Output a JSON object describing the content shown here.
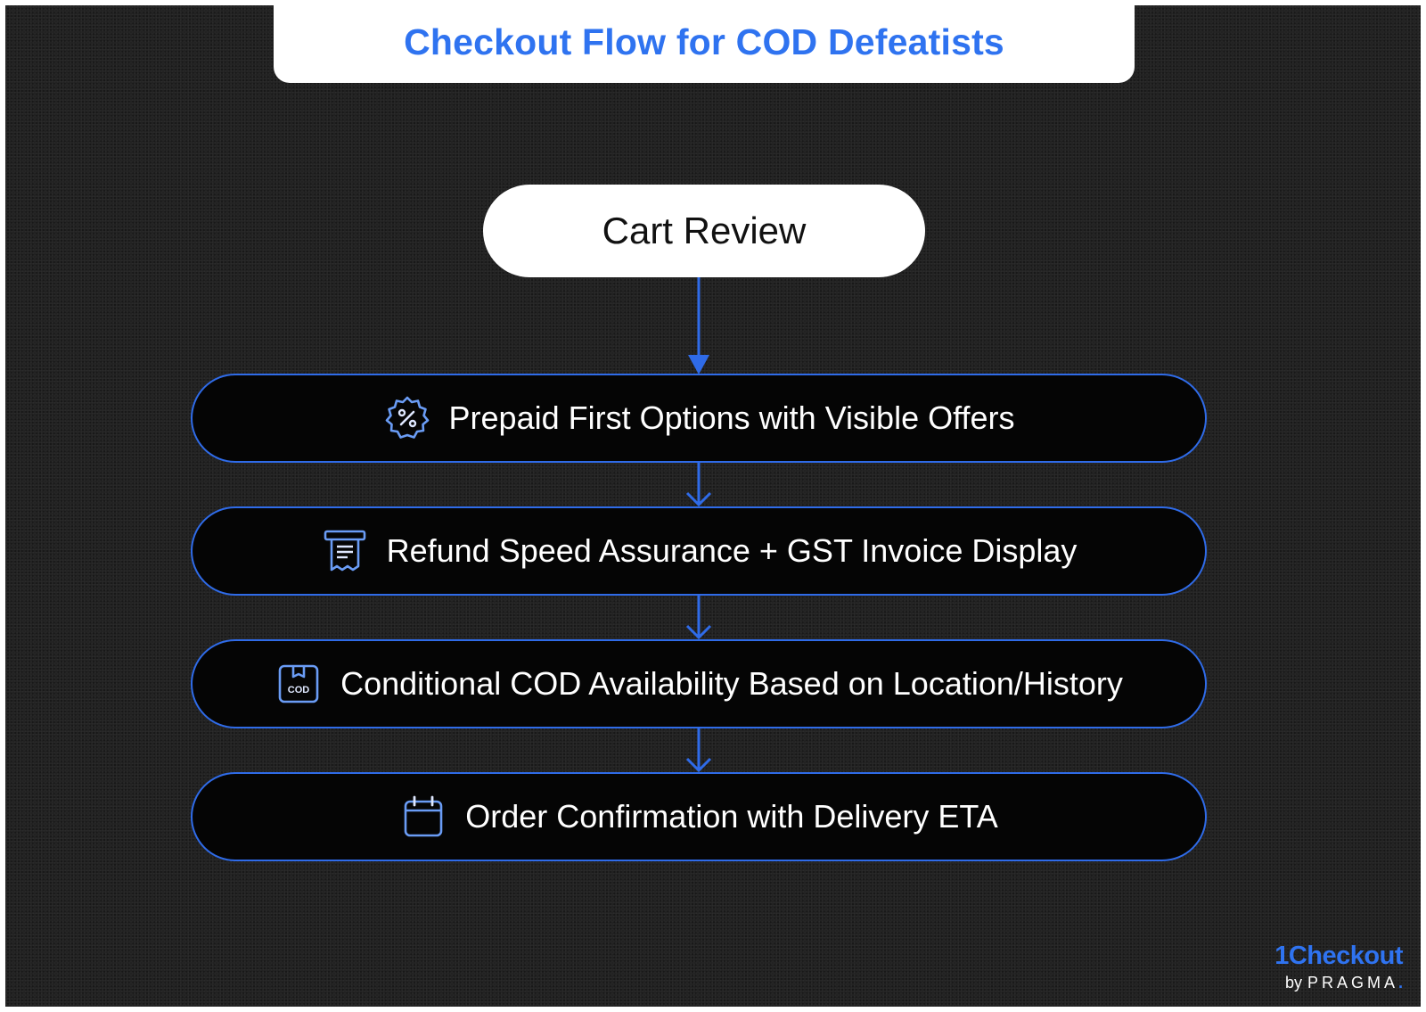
{
  "title": "Checkout Flow for COD Defeatists",
  "colors": {
    "accent": "#2f73f0",
    "node_border": "#2f6be8",
    "background": "#202020"
  },
  "flow": {
    "start": {
      "label": "Cart Review"
    },
    "steps": [
      {
        "label": "Prepaid First Options with Visible Offers",
        "icon": "discount-badge-icon"
      },
      {
        "label": "Refund Speed Assurance + GST Invoice Display",
        "icon": "receipt-icon"
      },
      {
        "label": "Conditional COD Availability Based on Location/History",
        "icon": "cod-box-icon"
      },
      {
        "label": "Order Confirmation with Delivery ETA",
        "icon": "calendar-icon"
      }
    ]
  },
  "brand": {
    "name": "1Checkout",
    "by": "by",
    "company": "PRAGMA",
    "dot": "."
  }
}
